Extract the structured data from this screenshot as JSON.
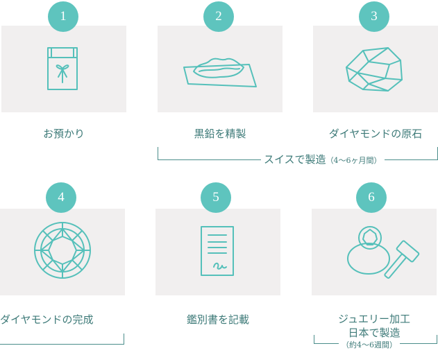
{
  "steps": [
    {
      "num": "1",
      "label": "お預かり",
      "icon": "bag-icon"
    },
    {
      "num": "2",
      "label": "黒鉛を精製",
      "icon": "graphite-powder-icon"
    },
    {
      "num": "3",
      "label": "ダイヤモンドの原石",
      "icon": "rough-diamond-icon"
    },
    {
      "num": "4",
      "label": "ダイヤモンドの完成",
      "icon": "brilliant-diamond-icon"
    },
    {
      "num": "5",
      "label": "鑑別書を記載",
      "icon": "certificate-icon"
    },
    {
      "num": "6",
      "label_line1": "ジュエリー加工",
      "label_line2": "日本で製造",
      "icon": "ring-hammer-icon"
    }
  ],
  "swiss": {
    "main": "スイスで製造",
    "note": "（4〜6ヶ月間）"
  },
  "japan": {
    "note": "（約4〜6週間）"
  },
  "colors": {
    "accent": "#5ec4be",
    "card": "#f1efef",
    "text": "#3d7a78"
  }
}
